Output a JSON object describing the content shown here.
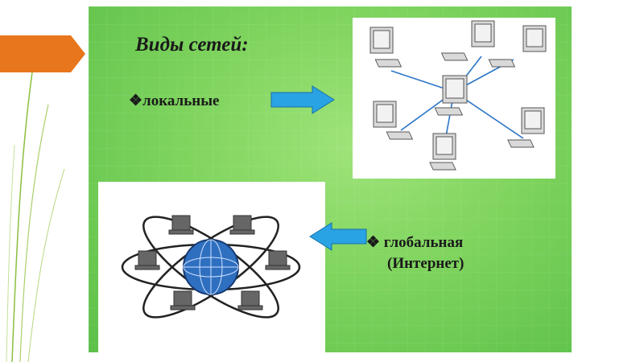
{
  "slide": {
    "title": "Виды сетей:",
    "bullet_local": "локальные",
    "bullet_global_line1": "глобальная",
    "bullet_global_line2": "(Интернет)",
    "bullet_symbol": "❖"
  },
  "colors": {
    "background_green": "#7fd45e",
    "arrow_blue": "#29a3e3",
    "tab_orange": "#e8761c",
    "deco_line_green": "#8cbf3f"
  },
  "icons": [
    "computer-icon",
    "globe-icon",
    "arrow-right-icon",
    "arrow-left-icon"
  ]
}
